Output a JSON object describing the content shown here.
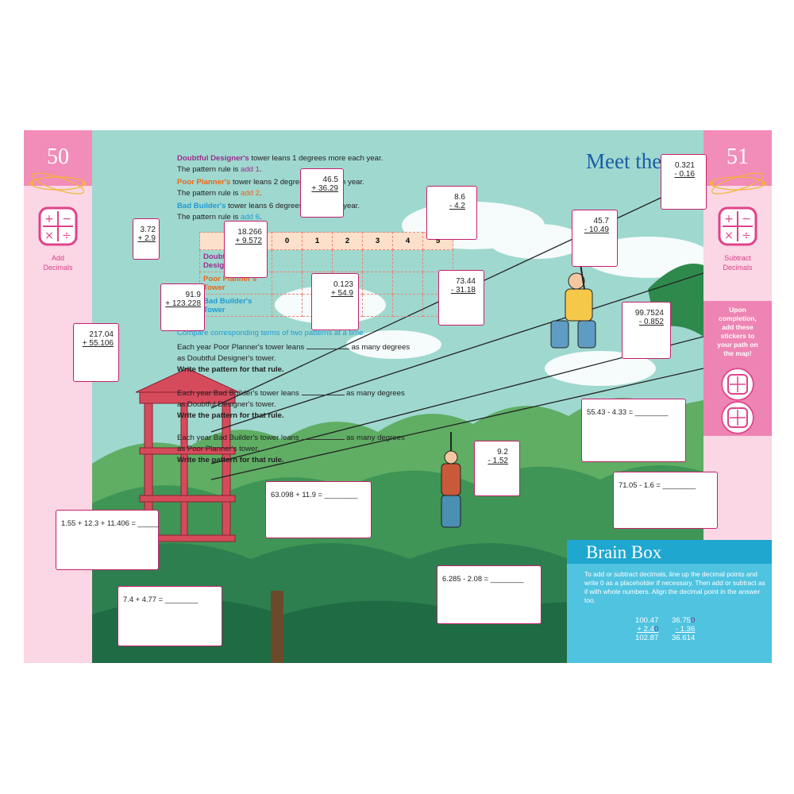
{
  "left_page": {
    "number": "50",
    "topic": "Add\nDecimals"
  },
  "right_page": {
    "number": "51",
    "topic": "Subtract\nDecimals",
    "sticker_note": "Upon\ncompletion,\nadd these\nstickers to\nyour path on\nthe map!"
  },
  "heading": "Meet the",
  "patterns": {
    "line1_name": "Doubtful Designer's",
    "line1_text": " tower leans 1 degrees more each year.",
    "rule1_prefix": "The pattern rule is ",
    "rule1_value": "add 1",
    "line2_name": "Poor Planner's",
    "line2_text": " tower leans 2 degrees more each year.",
    "rule2_prefix": "The pattern rule is ",
    "rule2_value": "add 2",
    "line3_name": "Bad Builder's",
    "line3_text": " tower leans 6 degrees more each year.",
    "rule3_prefix": "The pattern rule is ",
    "rule3_value": "add 6"
  },
  "table": {
    "header": [
      "Year",
      "0",
      "1",
      "2",
      "3",
      "4",
      "5"
    ],
    "rows": [
      "Doubtful Designer's Tower",
      "Poor Planner's Tower",
      "Bad Builder's Tower"
    ]
  },
  "compare": {
    "intro": "Compare corresponding terms of two patterns at a time.",
    "q1a": "Each year Poor Planner's tower leans",
    "q1b": "as many degrees",
    "q1c": "as Doubtful Designer's tower.",
    "q1d": "Write the pattern for that rule.",
    "q2a": "Each year Bad Builder's tower leans",
    "q2b": "as many degrees",
    "q2c": "as Doubtful Designer's tower.",
    "q2d": "Write the pattern for that rule.",
    "q3a": "Each year Bad Builder's tower leans",
    "q3b": "as many degrees",
    "q3c": "as Poor Planner's tower.",
    "q3d": "Write the pattern for that rule."
  },
  "stacked_cards": [
    {
      "top": "3.72",
      "bottom": "+ 2.9"
    },
    {
      "top": "46.5",
      "bottom": "+ 36.29"
    },
    {
      "top": "18.266",
      "bottom": "+ 9.572"
    },
    {
      "top": "91.9",
      "bottom": "+ 123.228"
    },
    {
      "top": "0.123",
      "bottom": "+ 54.9"
    },
    {
      "top": "217.04",
      "bottom": "+ 55.106"
    },
    {
      "top": "8.6",
      "bottom": "- 4.2"
    },
    {
      "top": "73.44",
      "bottom": "- 31.18"
    },
    {
      "top": "45.7",
      "bottom": "- 10.49"
    },
    {
      "top": "0.321",
      "bottom": "- 0.16"
    },
    {
      "top": "99.7524",
      "bottom": "- 0.852"
    },
    {
      "top": "9.2",
      "bottom": "- 1.52"
    }
  ],
  "equation_cards": [
    "55.43 - 4.33 = ________",
    "71.05 - 1.6 = ________",
    "63.098 + 11.9 = ________",
    "1.55 + 12.3 + 11.406 = _____",
    "6.285 - 2.08 = ________",
    "7.4 + 4.77 = ________"
  ],
  "brain_box": {
    "title": "Brain Box",
    "text": "To add or subtract decimals, line up the decimal points and write 0 as a placeholder if necessary. Then add or subtract as if with whole numbers. Align the decimal point in the answer too.",
    "ex1_top": "100.47",
    "ex1_mid": "+ 2.4",
    "ex1_mid_pad": "0",
    "ex1_ans": "102.87",
    "ex2_top": "36.75",
    "ex2_top_pad": "0",
    "ex2_mid": "- 1.36",
    "ex2_ans": "36.614"
  },
  "colors": {
    "pink_tab": "#f28cb8",
    "pink_side": "#fbd6e4",
    "card_border": "#c61f6f",
    "heading_blue": "#1b5ea5",
    "brain_box": "#4fc3e0",
    "brain_box_title": "#1fa7d0"
  }
}
